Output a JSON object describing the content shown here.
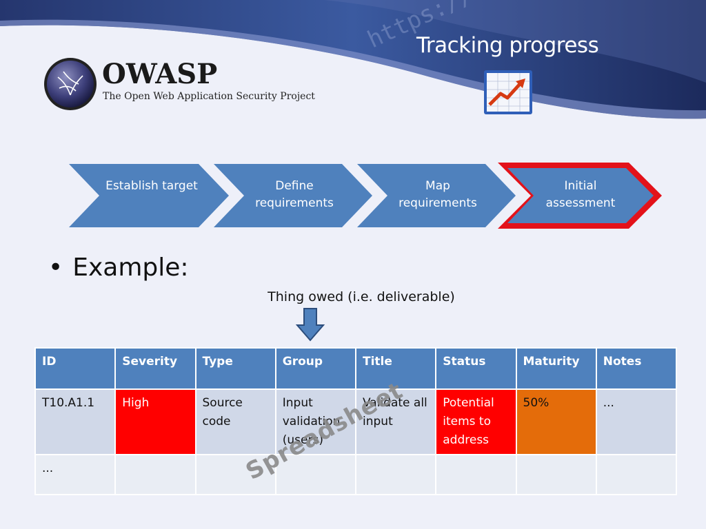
{
  "header": {
    "title": "Tracking progress",
    "logo_name": "OWASP",
    "logo_tagline": "The Open Web Application Security Project",
    "band_text": "https://"
  },
  "process_steps": [
    {
      "label": "Establish target",
      "highlighted": false
    },
    {
      "label": "Define requirements",
      "highlighted": false
    },
    {
      "label": "Map requirements",
      "highlighted": false
    },
    {
      "label": "Initial assessment",
      "highlighted": true
    }
  ],
  "bullet": {
    "text": "Example:"
  },
  "callout": {
    "text": "Thing owed (i.e. deliverable)"
  },
  "table": {
    "headers": [
      "ID",
      "Severity",
      "Type",
      "Group",
      "Title",
      "Status",
      "Maturity",
      "Notes"
    ],
    "rows": [
      [
        "T10.A1.1",
        "High",
        "Source code",
        "Input validation (users)",
        "Validate all input",
        "Potential items to address",
        "50%",
        "..."
      ],
      [
        "...",
        "",
        "",
        "",
        "",
        "",
        "",
        ""
      ]
    ]
  },
  "watermark": "Spreadsheet",
  "colors": {
    "header_blue": "#4f81bd",
    "cell_light": "#d0d8e8",
    "severity_high": "#ff0000",
    "maturity_orange": "#e46c0a",
    "highlight_border": "#e3121a",
    "dark_navy": "#1c2a5c"
  }
}
